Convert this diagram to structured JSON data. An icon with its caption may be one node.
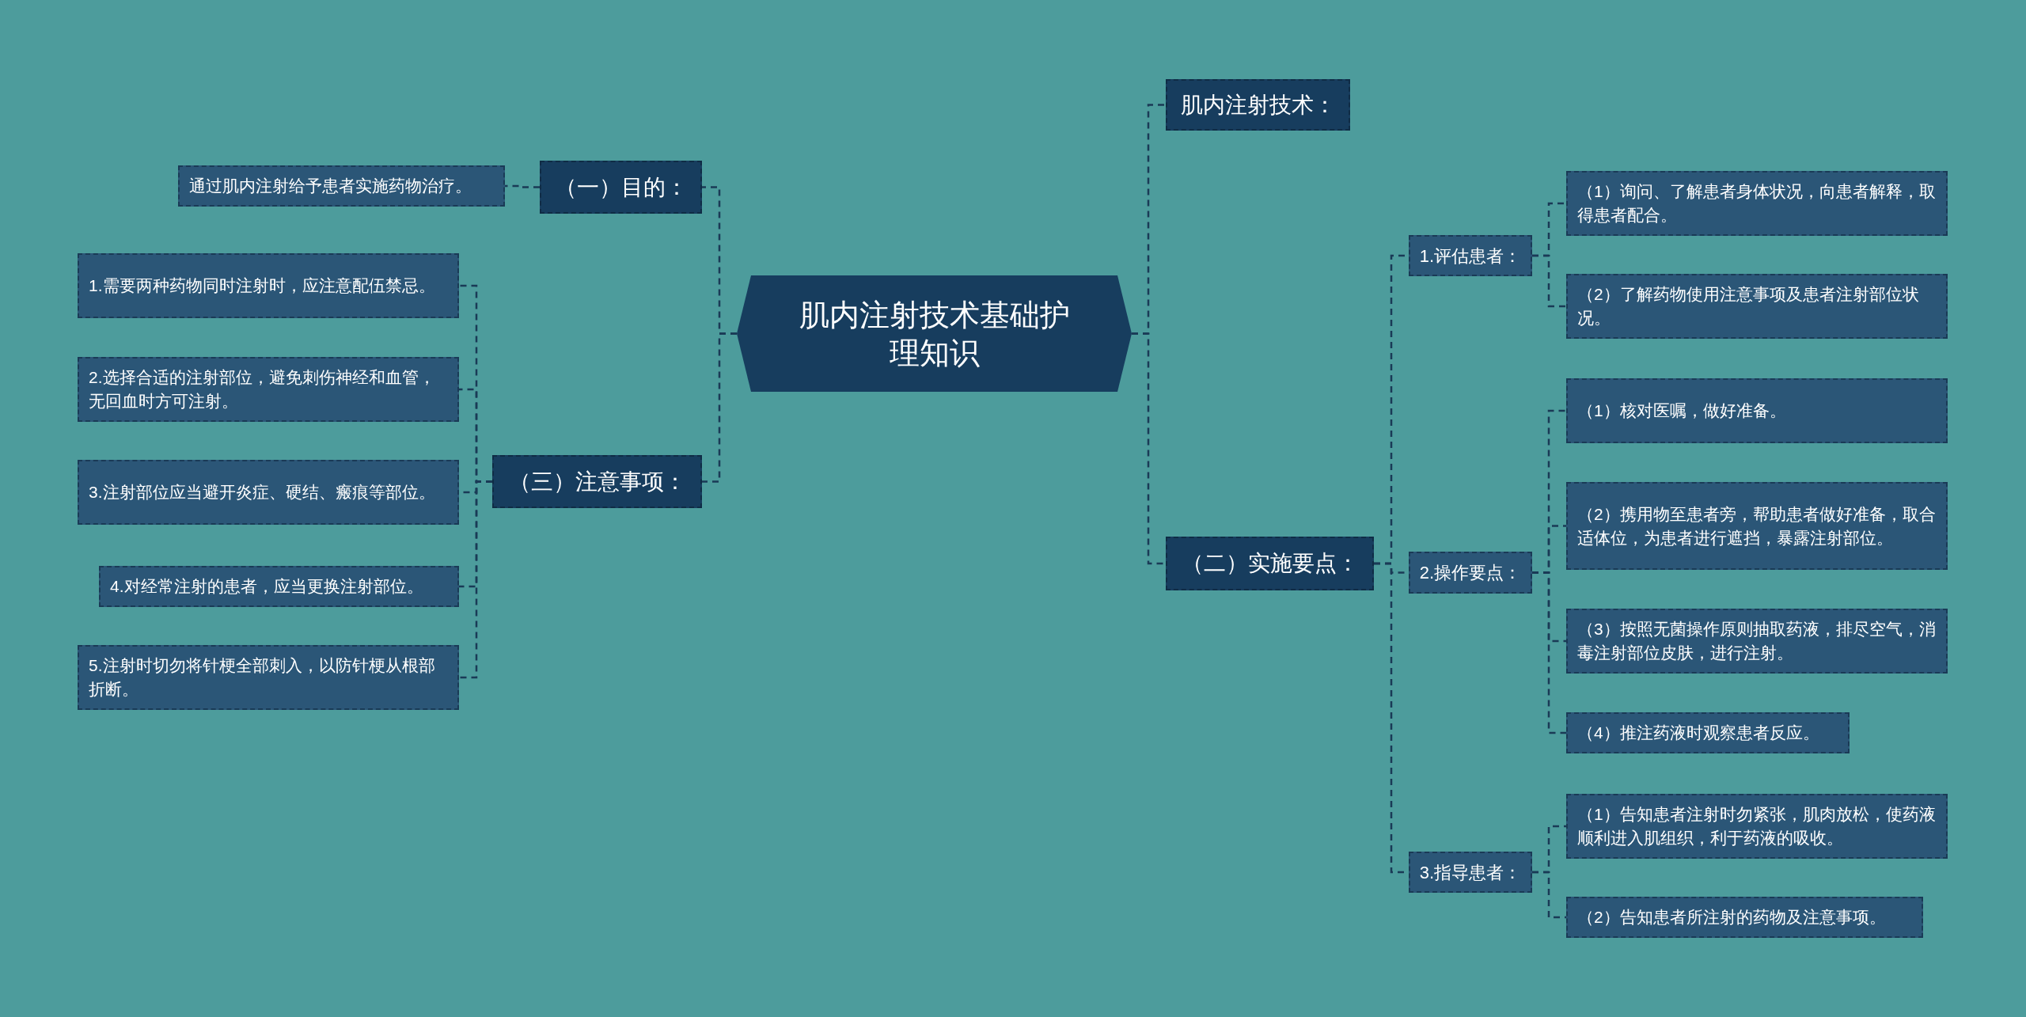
{
  "diagram": {
    "nodes": [
      {
        "text": [
          "肌内注射技术基础护理知识"
        ]
      },
      {
        "text": [
          "（一）目的："
        ]
      },
      {
        "text": [
          "通过肌内注射给予患者实施药物治疗。"
        ]
      },
      {
        "text": [
          "（三）注意事项："
        ]
      },
      {
        "text": [
          "1.需要两种药物同时注射时，应注意配伍禁忌。"
        ]
      },
      {
        "text": [
          "2.选择合适的注射部位，避免刺伤神经和血管，无回血时方可注射。"
        ]
      },
      {
        "text": [
          "3.注射部位应当避开炎症、硬结、瘢痕等部位。"
        ]
      },
      {
        "text": [
          "4.对经常注射的患者，应当更换注射部位。"
        ]
      },
      {
        "text": [
          "5.注射时切勿将针梗全部刺入，以防针梗从根部折断。"
        ]
      },
      {
        "text": [
          "肌内注射技术："
        ]
      },
      {
        "text": [
          "（二）实施要点："
        ]
      },
      {
        "text": [
          "1.评估患者："
        ]
      },
      {
        "text": [
          "（1）询问、了解患者身体状况，向患者解释，取得患者配合。"
        ]
      },
      {
        "text": [
          "（2）了解药物使用注意事项及患者注射部位状况。"
        ]
      },
      {
        "text": [
          "2.操作要点："
        ]
      },
      {
        "text": [
          "（1）核对医嘱，做好准备。"
        ]
      },
      {
        "text": [
          "（2）携用物至患者旁，帮助患者做好准备，取合适体位，为患者进行遮挡，暴露注射部位。"
        ]
      },
      {
        "text": [
          "（3）按照无菌操作原则抽取药液，排尽空气，消毒注射部位皮肤，进行注射。"
        ]
      },
      {
        "text": [
          "（4）推注药液时观察患者反应。"
        ]
      },
      {
        "text": [
          "3.指导患者："
        ]
      },
      {
        "text": [
          "（1）告知患者注射时勿紧张，肌肉放松，使药液顺利进入肌组织，利于药液的吸收。"
        ]
      },
      {
        "text": [
          "（2）告知患者所注射的药物及注意事项。"
        ]
      }
    ],
    "edges": [
      {
        "from": 0,
        "to": 1,
        "arrow": "none",
        "style": "dashed"
      },
      {
        "from": 1,
        "to": 2,
        "arrow": "none",
        "style": "dashed"
      },
      {
        "from": 0,
        "to": 3,
        "arrow": "none",
        "style": "dashed"
      },
      {
        "from": 3,
        "to": 4,
        "arrow": "none",
        "style": "dashed"
      },
      {
        "from": 3,
        "to": 5,
        "arrow": "none",
        "style": "dashed"
      },
      {
        "from": 3,
        "to": 6,
        "arrow": "none",
        "style": "dashed"
      },
      {
        "from": 3,
        "to": 7,
        "arrow": "none",
        "style": "dashed"
      },
      {
        "from": 3,
        "to": 8,
        "arrow": "none",
        "style": "dashed"
      },
      {
        "from": 0,
        "to": 9,
        "arrow": "none",
        "style": "dashed"
      },
      {
        "from": 0,
        "to": 10,
        "arrow": "none",
        "style": "dashed"
      },
      {
        "from": 10,
        "to": 11,
        "arrow": "none",
        "style": "dashed"
      },
      {
        "from": 11,
        "to": 12,
        "arrow": "none",
        "style": "dashed"
      },
      {
        "from": 11,
        "to": 13,
        "arrow": "none",
        "style": "dashed"
      },
      {
        "from": 10,
        "to": 14,
        "arrow": "none",
        "style": "dashed"
      },
      {
        "from": 14,
        "to": 15,
        "arrow": "none",
        "style": "dashed"
      },
      {
        "from": 14,
        "to": 16,
        "arrow": "none",
        "style": "dashed"
      },
      {
        "from": 14,
        "to": 17,
        "arrow": "none",
        "style": "dashed"
      },
      {
        "from": 14,
        "to": 18,
        "arrow": "none",
        "style": "dashed"
      },
      {
        "from": 10,
        "to": 19,
        "arrow": "none",
        "style": "dashed"
      },
      {
        "from": 19,
        "to": 20,
        "arrow": "none",
        "style": "dashed"
      },
      {
        "from": 19,
        "to": 21,
        "arrow": "none",
        "style": "dashed"
      }
    ]
  }
}
